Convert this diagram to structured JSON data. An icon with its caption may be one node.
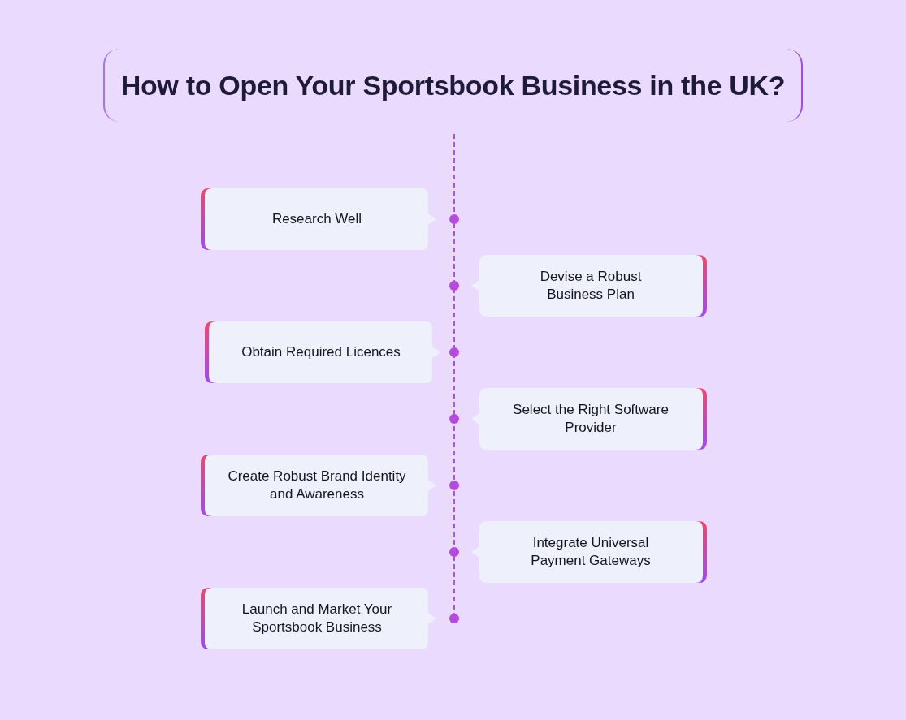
{
  "diagram": {
    "title": "How to Open Your Sportsbook Business in the UK?",
    "nodes": [
      {
        "text": [
          "Research Well"
        ]
      },
      {
        "text": [
          "Devise a Robust Business Plan"
        ]
      },
      {
        "text": [
          "Obtain Required Licences"
        ]
      },
      {
        "text": [
          "Select the Right Software Provider"
        ]
      },
      {
        "text": [
          "Create Robust Brand Identity and Awareness"
        ]
      },
      {
        "text": [
          "Integrate Universal Payment Gateways"
        ]
      },
      {
        "text": [
          "Launch and Market Your Sportsbook Business"
        ]
      }
    ]
  }
}
